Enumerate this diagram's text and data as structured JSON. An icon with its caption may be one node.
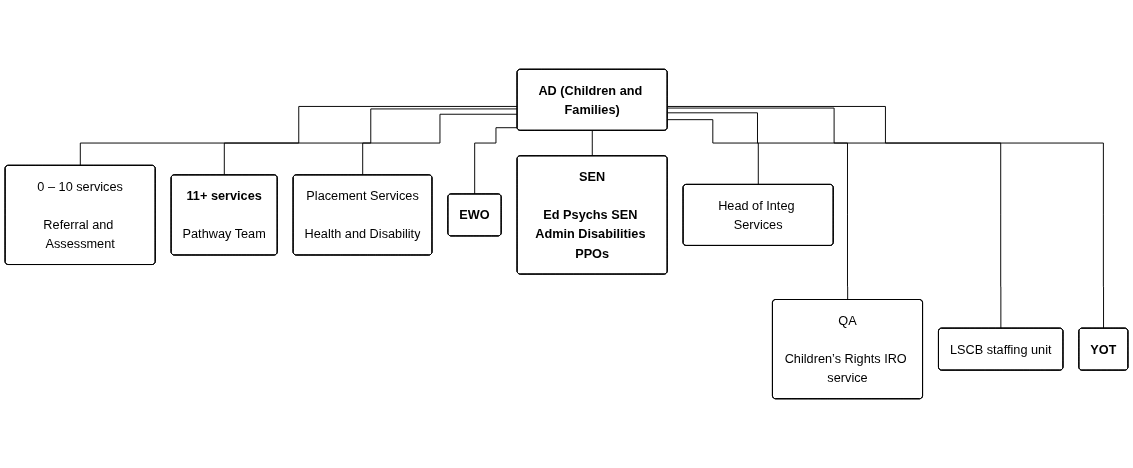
{
  "diagram": {
    "nodes": [
      {
        "text": [
          "AD (Children and Families)"
        ]
      },
      {
        "text": [
          "0 – 10 services",
          "Referral and Assessment"
        ]
      },
      {
        "text": [
          "11+ services",
          "Pathway Team"
        ]
      },
      {
        "text": [
          "Placement Services",
          "Health and Disability"
        ]
      },
      {
        "text": [
          "EWO"
        ]
      },
      {
        "text": [
          "SEN",
          "Ed Psychs SEN Admin Disabilities PPOs"
        ]
      },
      {
        "text": [
          "Head of Integ Services"
        ]
      },
      {
        "text": [
          "QA",
          "Children’s Rights IRO service"
        ]
      },
      {
        "text": [
          "LSCB staffing unit"
        ]
      },
      {
        "text": [
          "YOT"
        ]
      }
    ],
    "edges": [
      {
        "from": 0,
        "to": 1,
        "arrow": "none"
      },
      {
        "from": 0,
        "to": 2,
        "arrow": "none"
      },
      {
        "from": 0,
        "to": 3,
        "arrow": "none"
      },
      {
        "from": 0,
        "to": 4,
        "arrow": "none"
      },
      {
        "from": 0,
        "to": 5,
        "arrow": "none"
      },
      {
        "from": 0,
        "to": 6,
        "arrow": "none"
      },
      {
        "from": 0,
        "to": 7,
        "arrow": "none"
      },
      {
        "from": 0,
        "to": 8,
        "arrow": "none"
      },
      {
        "from": 0,
        "to": 9,
        "arrow": "none"
      }
    ]
  }
}
